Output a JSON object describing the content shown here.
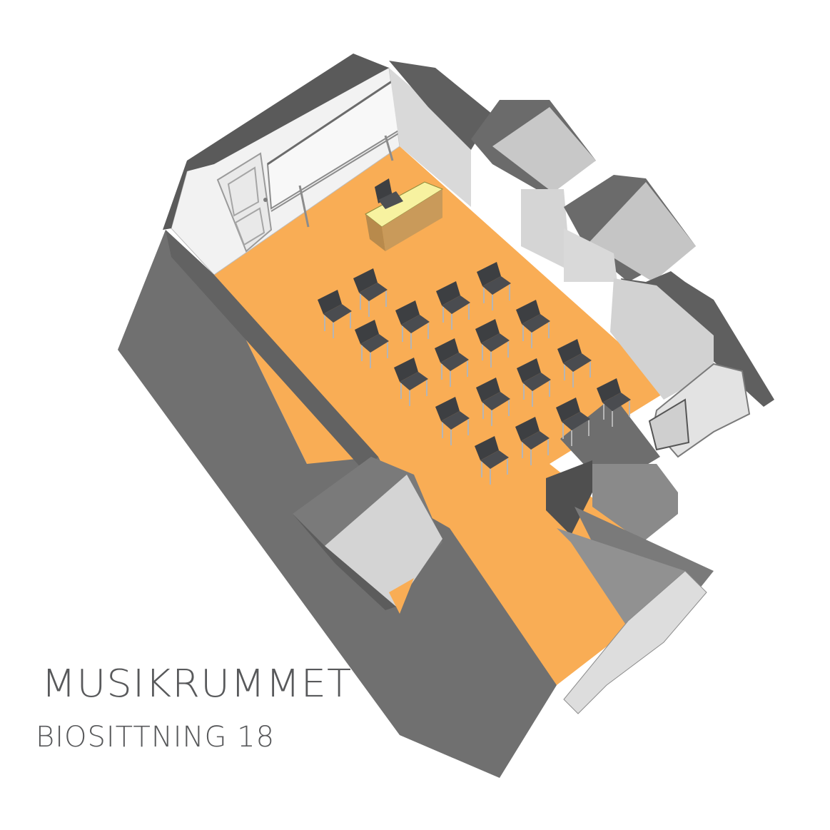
{
  "labels": {
    "title": "MUSIKRUMMET",
    "subtitle": "BIOSITTNING 18"
  },
  "seating": {
    "rows": 4,
    "chairs_per_row": 4,
    "extra_chairs": 2,
    "total": 18
  },
  "colors": {
    "floor": "#f9ad55",
    "wall_dark": "#6e6e6e",
    "wall_mid": "#8a8a8a",
    "wall_light": "#c4c4c4",
    "wall_inner": "#f2f2f2",
    "roof": "#5f5f5f",
    "chair": "#3d3f42",
    "desk_top": "#f7f2a0",
    "desk_side": "#c99a5a",
    "text": "#58595b"
  },
  "furniture": [
    "whiteboard",
    "door",
    "teacher-desk",
    "teacher-chair",
    "cabinet"
  ]
}
